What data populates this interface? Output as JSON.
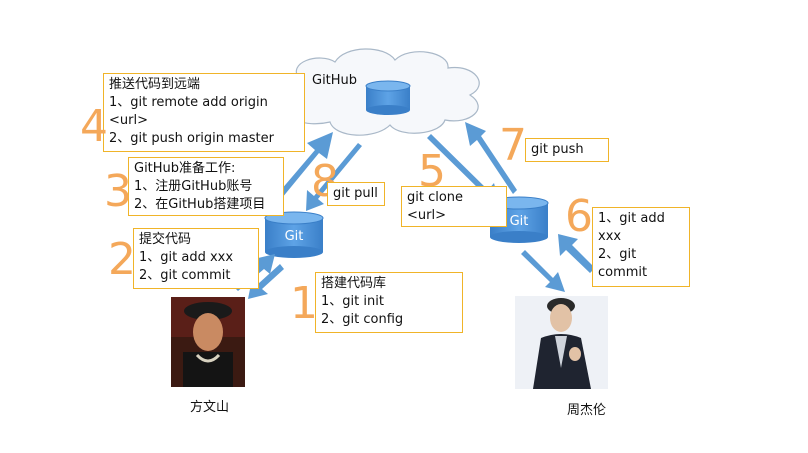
{
  "cloud": {
    "label": "GitHub"
  },
  "databases": {
    "local_a": "Git",
    "local_b": "Git"
  },
  "steps": {
    "s1": {
      "number": "1",
      "title": "搭建代码库",
      "lines": [
        "1、git init",
        "2、git config"
      ]
    },
    "s2": {
      "number": "2",
      "title": "提交代码",
      "lines": [
        "1、git add xxx",
        "2、git commit"
      ]
    },
    "s3": {
      "number": "3",
      "title": "GitHub准备工作:",
      "lines": [
        "1、注册GitHub账号",
        "2、在GitHub搭建项目"
      ]
    },
    "s4": {
      "number": "4",
      "title": "推送代码到远端",
      "lines": [
        "1、git remote add origin",
        "<url>",
        "2、git push origin master"
      ]
    },
    "s5": {
      "number": "5",
      "lines": [
        "git clone",
        "<url>"
      ]
    },
    "s6": {
      "number": "6",
      "lines": [
        "1、git add",
        "xxx",
        "2、git",
        "commit"
      ]
    },
    "s7": {
      "number": "7",
      "lines": [
        "git push"
      ]
    },
    "s8": {
      "number": "8",
      "lines": [
        "git pull"
      ]
    }
  },
  "people": {
    "left": "方文山",
    "right": "周杰伦"
  },
  "colors": {
    "arrow": "#5b9bd5",
    "box_border": "#f0b429",
    "number": "#f4a85a",
    "db_fill": "#4a90d9"
  }
}
